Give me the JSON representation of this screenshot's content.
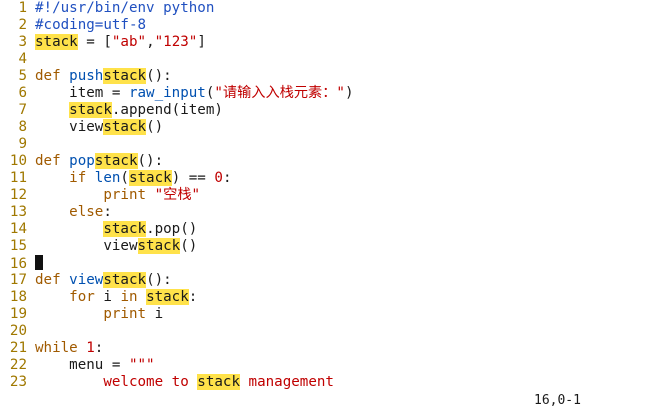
{
  "editor": {
    "lines": [
      {
        "num": "1",
        "tokens": [
          {
            "t": "#!/usr/bin/env python",
            "c": "cm"
          }
        ]
      },
      {
        "num": "2",
        "tokens": [
          {
            "t": "#coding=utf-8",
            "c": "cm"
          }
        ]
      },
      {
        "num": "3",
        "tokens": [
          {
            "t": "stack",
            "c": "hl"
          },
          {
            "t": " = [",
            "c": "id"
          },
          {
            "t": "\"ab\"",
            "c": "str"
          },
          {
            "t": ",",
            "c": "id"
          },
          {
            "t": "\"123\"",
            "c": "str"
          },
          {
            "t": "]",
            "c": "id"
          }
        ]
      },
      {
        "num": "4",
        "tokens": []
      },
      {
        "num": "5",
        "tokens": [
          {
            "t": "def ",
            "c": "kw"
          },
          {
            "t": "push",
            "c": "fn"
          },
          {
            "t": "stack",
            "c": "hl"
          },
          {
            "t": "():",
            "c": "id"
          }
        ]
      },
      {
        "num": "6",
        "tokens": [
          {
            "t": "    item = ",
            "c": "id"
          },
          {
            "t": "raw_input",
            "c": "fn"
          },
          {
            "t": "(",
            "c": "id"
          },
          {
            "t": "\"请输入入栈元素：\"",
            "c": "str"
          },
          {
            "t": ")",
            "c": "id"
          }
        ]
      },
      {
        "num": "7",
        "tokens": [
          {
            "t": "    ",
            "c": "id"
          },
          {
            "t": "stack",
            "c": "hl"
          },
          {
            "t": ".append(item)",
            "c": "id"
          }
        ]
      },
      {
        "num": "8",
        "tokens": [
          {
            "t": "    view",
            "c": "id"
          },
          {
            "t": "stack",
            "c": "hl"
          },
          {
            "t": "()",
            "c": "id"
          }
        ]
      },
      {
        "num": "9",
        "tokens": []
      },
      {
        "num": "10",
        "tokens": [
          {
            "t": "def ",
            "c": "kw"
          },
          {
            "t": "pop",
            "c": "fn"
          },
          {
            "t": "stack",
            "c": "hl"
          },
          {
            "t": "():",
            "c": "id"
          }
        ]
      },
      {
        "num": "11",
        "tokens": [
          {
            "t": "    ",
            "c": "id"
          },
          {
            "t": "if ",
            "c": "kw"
          },
          {
            "t": "len",
            "c": "fn"
          },
          {
            "t": "(",
            "c": "id"
          },
          {
            "t": "stack",
            "c": "hl"
          },
          {
            "t": ") == ",
            "c": "id"
          },
          {
            "t": "0",
            "c": "num"
          },
          {
            "t": ":",
            "c": "id"
          }
        ]
      },
      {
        "num": "12",
        "tokens": [
          {
            "t": "        ",
            "c": "id"
          },
          {
            "t": "print ",
            "c": "kw"
          },
          {
            "t": "\"空栈\"",
            "c": "str"
          }
        ]
      },
      {
        "num": "13",
        "tokens": [
          {
            "t": "    ",
            "c": "id"
          },
          {
            "t": "else",
            "c": "kw"
          },
          {
            "t": ":",
            "c": "id"
          }
        ]
      },
      {
        "num": "14",
        "tokens": [
          {
            "t": "        ",
            "c": "id"
          },
          {
            "t": "stack",
            "c": "hl"
          },
          {
            "t": ".pop()",
            "c": "id"
          }
        ]
      },
      {
        "num": "15",
        "tokens": [
          {
            "t": "        view",
            "c": "id"
          },
          {
            "t": "stack",
            "c": "hl"
          },
          {
            "t": "()",
            "c": "id"
          }
        ]
      },
      {
        "num": "16",
        "tokens": [],
        "cursor": true
      },
      {
        "num": "17",
        "tokens": [
          {
            "t": "def ",
            "c": "kw"
          },
          {
            "t": "view",
            "c": "fn"
          },
          {
            "t": "stack",
            "c": "hl"
          },
          {
            "t": "():",
            "c": "id"
          }
        ]
      },
      {
        "num": "18",
        "tokens": [
          {
            "t": "    ",
            "c": "id"
          },
          {
            "t": "for ",
            "c": "kw"
          },
          {
            "t": "i ",
            "c": "id"
          },
          {
            "t": "in ",
            "c": "kw"
          },
          {
            "t": "stack",
            "c": "hl"
          },
          {
            "t": ":",
            "c": "id"
          }
        ]
      },
      {
        "num": "19",
        "tokens": [
          {
            "t": "        ",
            "c": "id"
          },
          {
            "t": "print ",
            "c": "kw"
          },
          {
            "t": "i",
            "c": "id"
          }
        ]
      },
      {
        "num": "20",
        "tokens": []
      },
      {
        "num": "21",
        "tokens": [
          {
            "t": "while ",
            "c": "kw"
          },
          {
            "t": "1",
            "c": "num"
          },
          {
            "t": ":",
            "c": "id"
          }
        ]
      },
      {
        "num": "22",
        "tokens": [
          {
            "t": "    menu = ",
            "c": "id"
          },
          {
            "t": "\"\"\"",
            "c": "str"
          }
        ]
      },
      {
        "num": "23",
        "tokens": [
          {
            "t": "        welcome to ",
            "c": "str"
          },
          {
            "t": "stack",
            "c": "hl"
          },
          {
            "t": " management",
            "c": "str"
          }
        ]
      }
    ]
  },
  "status": {
    "position": "16,0-1"
  },
  "colors": {
    "line_number": "#a07800",
    "keyword": "#a05a00",
    "function": "#0050b0",
    "string": "#c00000",
    "comment": "#2050c0",
    "search_highlight": "#ffe24a",
    "cursor": "#111111"
  }
}
